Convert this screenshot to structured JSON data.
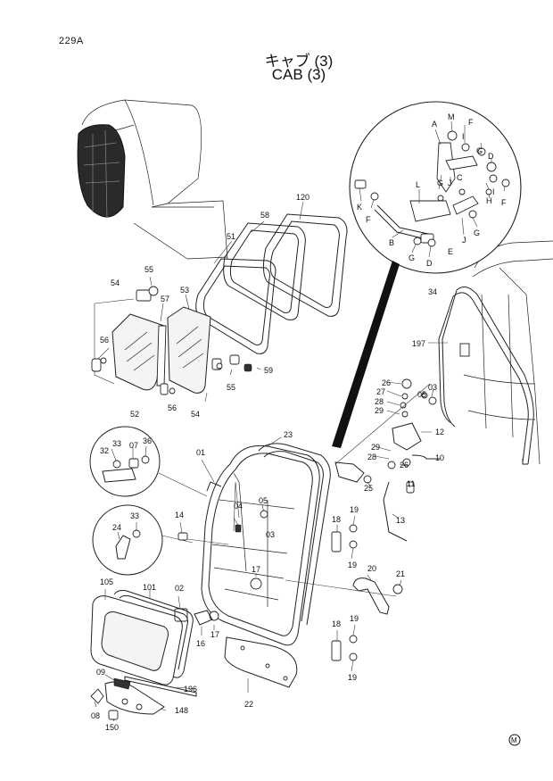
{
  "header": {
    "page_code": "229A",
    "title_jp": "キャブ (3)",
    "title_en": "CAB (3)"
  },
  "callouts": {
    "c01": "01",
    "c02": "02",
    "c03a": "03",
    "c03b": "03",
    "c04": "04",
    "c05a": "05",
    "c05b": "05",
    "c07": "07",
    "c08": "08",
    "c09": "09",
    "c10": "10",
    "c11": "11",
    "c12": "12",
    "c13": "13",
    "c14": "14",
    "c16": "16",
    "c17a": "17",
    "c17b": "17",
    "c18a": "18",
    "c18b": "18",
    "c19a": "19",
    "c19b": "19",
    "c19c": "19",
    "c19d": "19",
    "c20": "20",
    "c21": "21",
    "c22": "22",
    "c23": "23",
    "c24": "24",
    "c25": "25",
    "c26a": "26",
    "c26b": "26",
    "c27": "27",
    "c28a": "28",
    "c28b": "28",
    "c29a": "29",
    "c29b": "29",
    "c32": "32",
    "c33a": "33",
    "c33b": "33",
    "c34": "34",
    "c36": "36",
    "c51": "51",
    "c52": "52",
    "c53": "53",
    "c54a": "54",
    "c54b": "54",
    "c55a": "55",
    "c55b": "55",
    "c56a": "56",
    "c56b": "56",
    "c57": "57",
    "c58": "58",
    "c59": "59",
    "c101": "101",
    "c105": "105",
    "c120": "120",
    "c148": "148",
    "c150": "150",
    "c196": "196",
    "c197": "197"
  },
  "detail_letters": {
    "A": "A",
    "B": "B",
    "C": "C",
    "D1": "D",
    "D2": "D",
    "E": "E",
    "F1": "F",
    "F2": "F",
    "F3": "F",
    "G1": "G",
    "G2": "G",
    "G3": "G",
    "G4": "G",
    "H": "H",
    "I1": "I",
    "I2": "I",
    "J1": "J",
    "J2": "J",
    "K": "K",
    "L": "L",
    "M": "M"
  },
  "corner_mark": "M"
}
